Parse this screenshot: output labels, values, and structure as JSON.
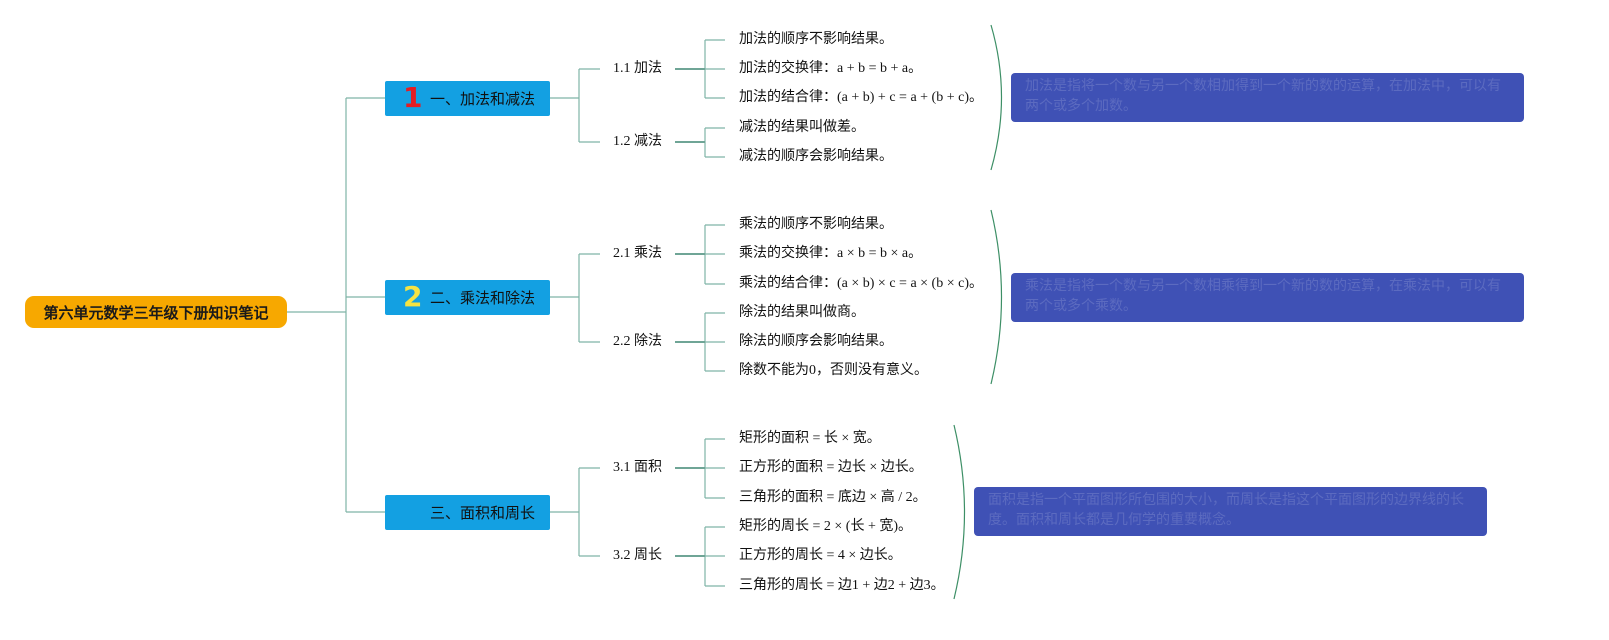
{
  "title": "第六单元数学三年级下册知识笔记",
  "branches": [
    {
      "number": "1",
      "label": "一、加法和减法",
      "subs": [
        {
          "label": "1.1 加法",
          "items": [
            "加法的顺序不影响结果。",
            "加法的交换律：a + b = b + a。",
            "加法的结合律：(a + b) + c = a + (b + c)。"
          ]
        },
        {
          "label": "1.2 减法",
          "items": [
            "减法的结果叫做差。",
            "减法的顺序会影响结果。"
          ]
        }
      ],
      "summary": "加法是指将一个数与另一个数相加得到一个新的数的运算，在加法中，可以有两个或多个加数。"
    },
    {
      "number": "2",
      "label": "二、乘法和除法",
      "subs": [
        {
          "label": "2.1 乘法",
          "items": [
            "乘法的顺序不影响结果。",
            "乘法的交换律：a × b = b × a。",
            "乘法的结合律：(a × b) × c = a × (b × c)。"
          ]
        },
        {
          "label": "2.2 除法",
          "items": [
            "除法的结果叫做商。",
            "除法的顺序会影响结果。",
            "除数不能为0，否则没有意义。"
          ]
        }
      ],
      "summary": "乘法是指将一个数与另一个数相乘得到一个新的数的运算，在乘法中，可以有两个或多个乘数。"
    },
    {
      "number": "",
      "label": "三、面积和周长",
      "subs": [
        {
          "label": "3.1 面积",
          "items": [
            "矩形的面积 = 长 × 宽。",
            "正方形的面积 = 边长 × 边长。",
            "三角形的面积 = 底边 × 高 / 2。"
          ]
        },
        {
          "label": "3.2 周长",
          "items": [
            "矩形的周长 = 2 × (长 + 宽)。",
            "正方形的周长 = 4 × 边长。",
            "三角形的周长 = 边1 + 边2 + 边3。"
          ]
        }
      ],
      "summary": "面积是指一个平面图形所包围的大小，而周长是指这个平面图形的边界线的长度。面积和周长都是几何学的重要概念。"
    }
  ],
  "colors": {
    "root": "#f7a800",
    "branch": "#13a0e2",
    "summary": "#3f51b5",
    "line": "#7fb4a6"
  }
}
